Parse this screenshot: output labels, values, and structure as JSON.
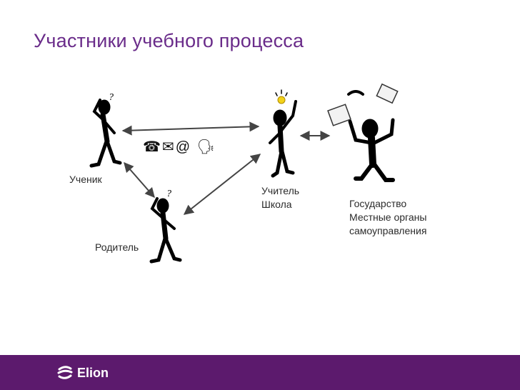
{
  "slide": {
    "title": "Участники учебного процесса"
  },
  "nodes": {
    "student": "Ученик",
    "parent": "Родитель",
    "teacher": [
      "Учитель",
      "Школа"
    ],
    "state": [
      "Государство",
      "Местные органы",
      "самоуправления"
    ]
  },
  "communication_symbols": [
    "☎",
    "✉",
    "@",
    "🗣"
  ],
  "footer": {
    "logo_text": "Elion"
  },
  "colors": {
    "title": "#6a2c8a",
    "footer": "#5c1a6d",
    "arrow": "#444444"
  }
}
